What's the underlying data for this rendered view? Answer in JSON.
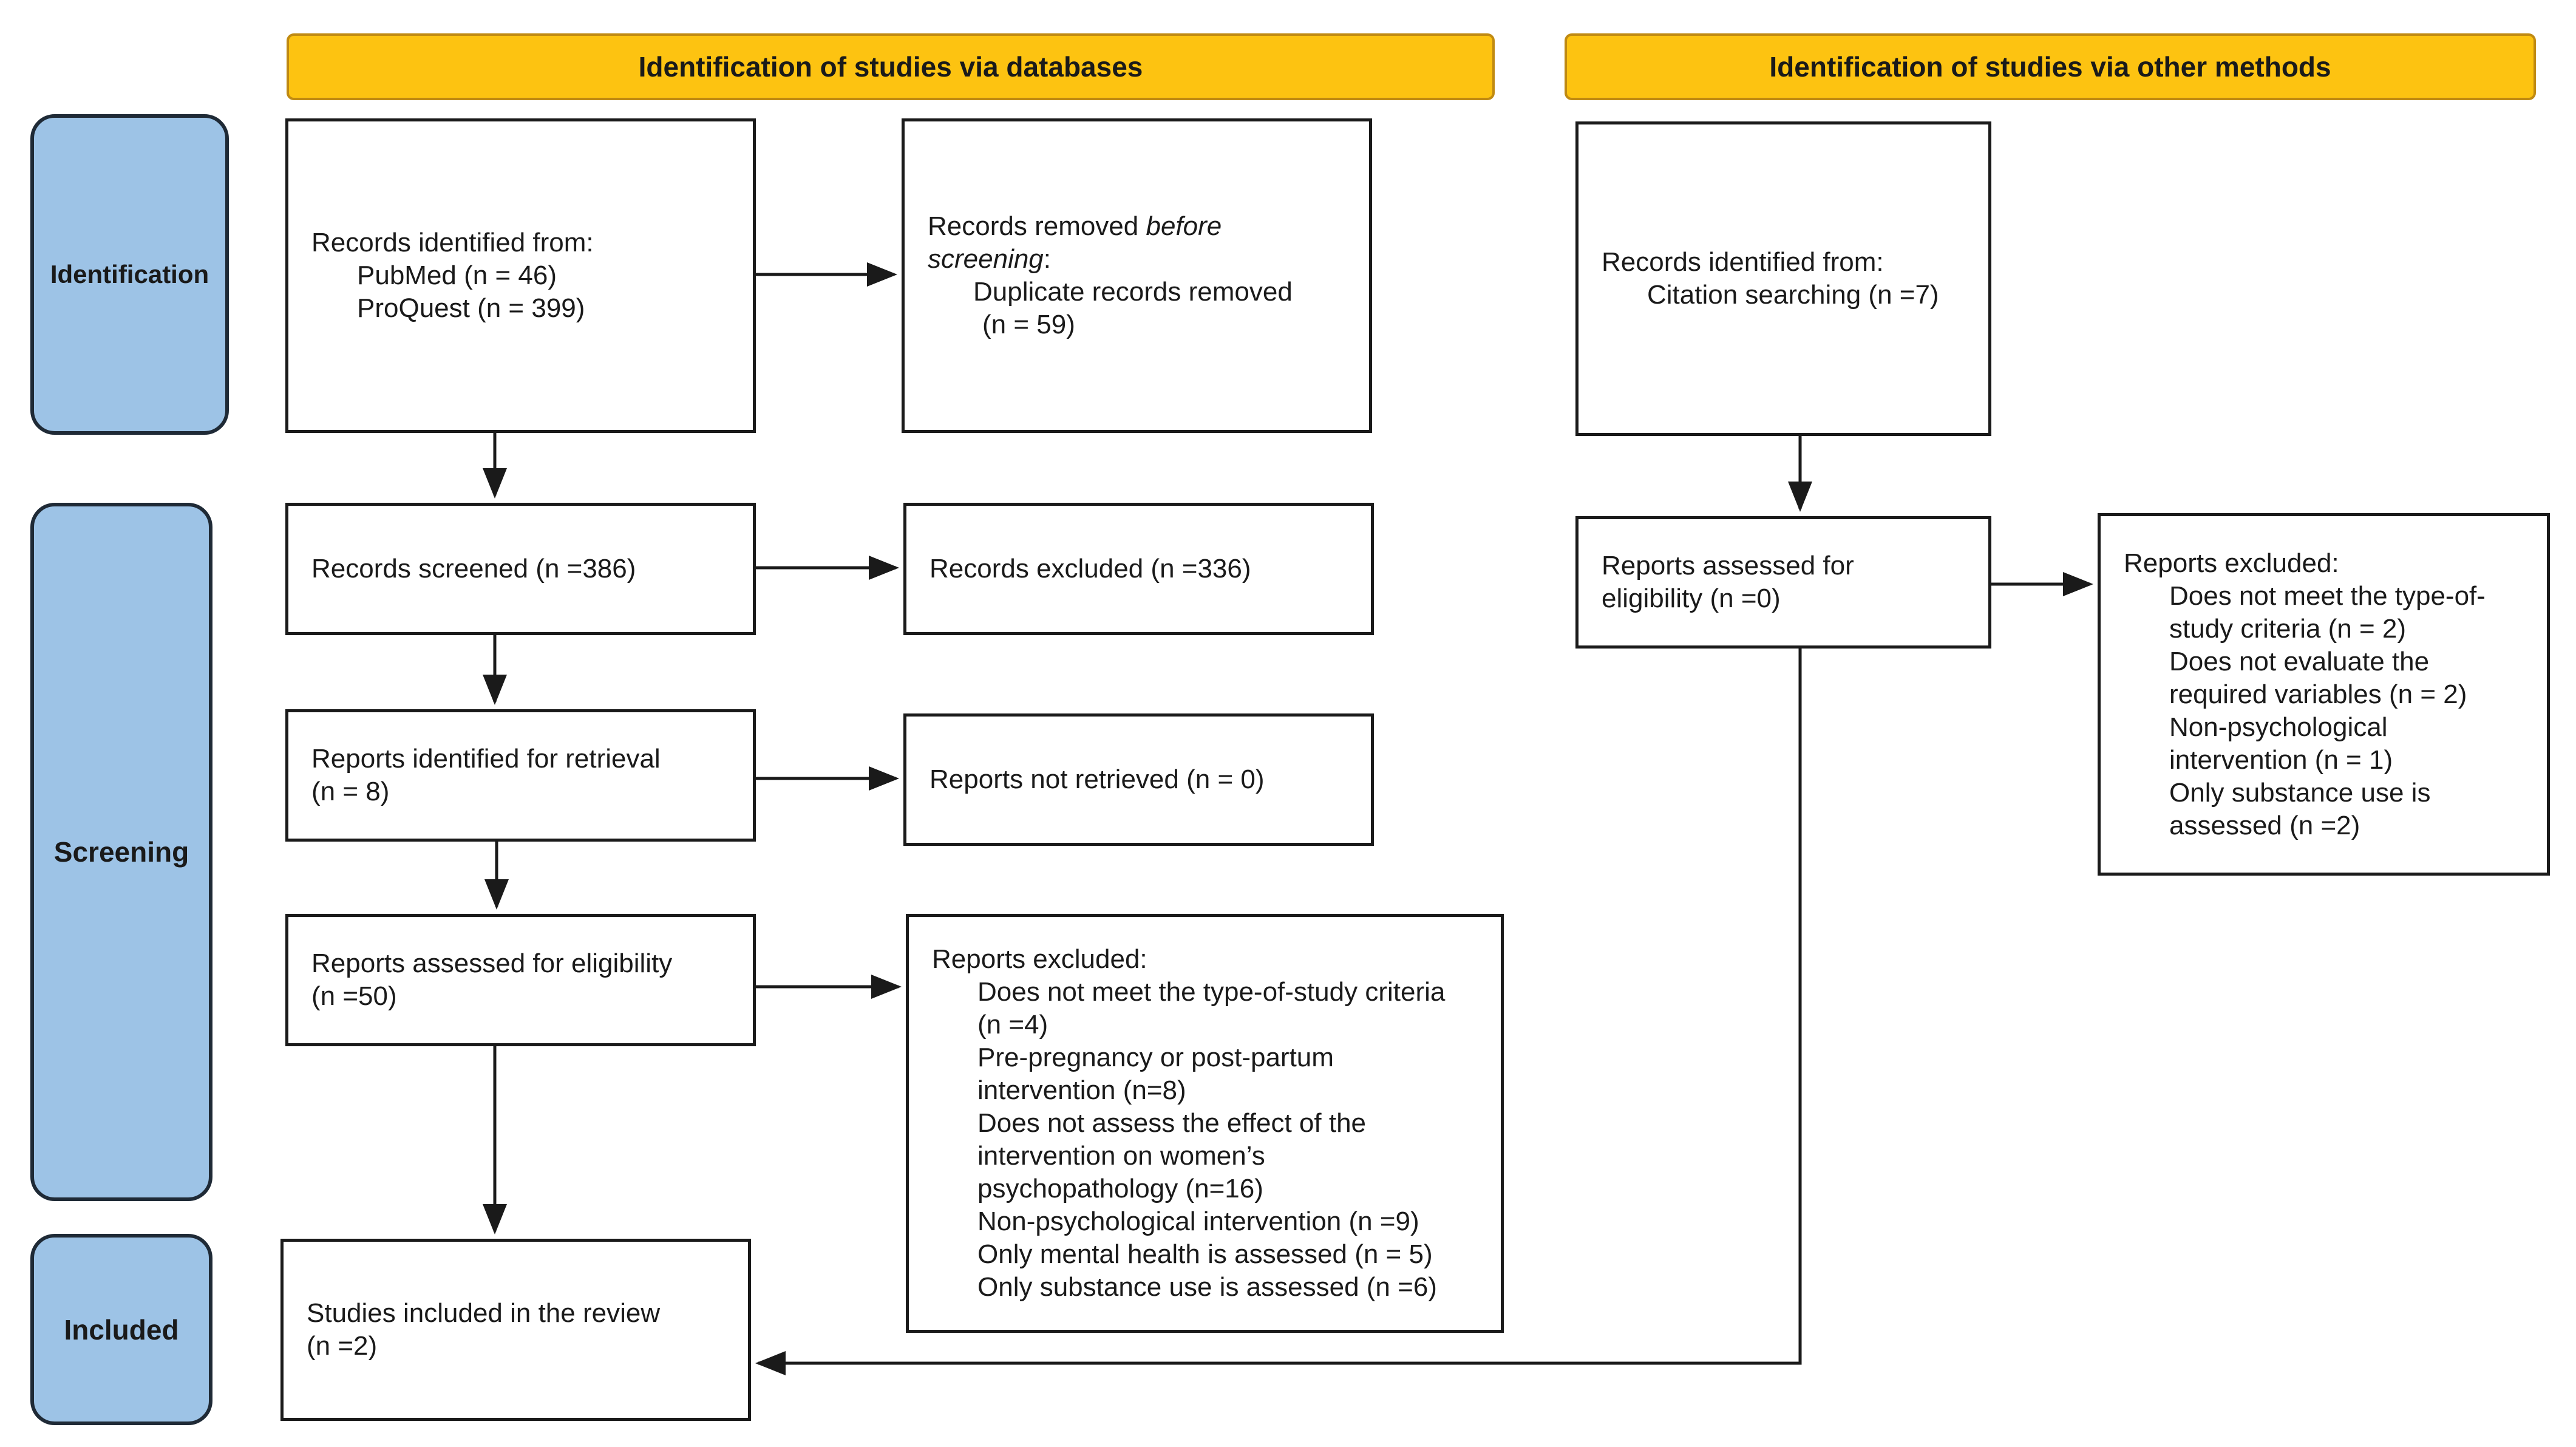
{
  "banners": {
    "databases": "Identification of studies via databases",
    "other_methods": "Identification of studies via other methods"
  },
  "stages": {
    "identification": "Identification",
    "screening": "Screening",
    "included": "Included"
  },
  "databases": {
    "records_identified": {
      "heading": "Records identified from:",
      "sources": [
        "PubMed (n = 46)",
        "ProQuest (n = 399)"
      ]
    },
    "records_removed": {
      "heading_part1": "Records removed ",
      "heading_italic1": "before",
      "heading_italic2": "screening",
      "heading_colon": ":",
      "item": "Duplicate records removed",
      "item_count": "(n = 59)"
    },
    "records_screened": "Records screened (n =386)",
    "records_excluded": "Records excluded (n =336)",
    "reports_retrieval": [
      "Reports identified for retrieval",
      "(n = 8)"
    ],
    "reports_not_retrieved": "Reports not retrieved (n = 0)",
    "reports_assessed": [
      "Reports assessed for eligibility",
      "(n =50)"
    ],
    "reports_excluded": {
      "heading": "Reports excluded:",
      "lines": [
        "Does not meet the type-of-study criteria",
        "(n =4)",
        "Pre-pregnancy or post-partum",
        "intervention (n=8)",
        "Does not assess the effect of the",
        "intervention on women’s",
        "psychopathology (n=16)",
        "Non-psychological intervention (n =9)",
        "Only mental health is assessed (n = 5)",
        "Only substance use is assessed (n =6)"
      ]
    },
    "studies_included": [
      "Studies included in the review",
      "(n =2)"
    ]
  },
  "other": {
    "records_identified": {
      "heading": "Records identified from:",
      "source": "Citation searching (n =7)"
    },
    "reports_assessed": [
      "Reports assessed for",
      "eligibility (n =0)"
    ],
    "reports_excluded": {
      "heading": "Reports excluded:",
      "lines": [
        "Does not meet the type-of-",
        "study criteria (n = 2)",
        "Does not evaluate the",
        "required variables (n = 2)",
        "Non-psychological",
        "intervention (n = 1)",
        "Only substance use is",
        "assessed (n =2)"
      ]
    }
  }
}
